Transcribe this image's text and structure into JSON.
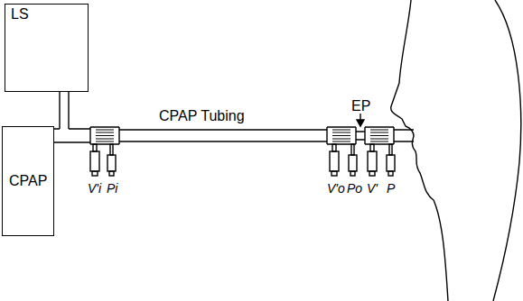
{
  "diagram": {
    "nodes": [
      {
        "text": [
          "LS"
        ]
      },
      {
        "text": [
          "CPAP"
        ]
      }
    ],
    "labels": [
      "CPAP Tubing",
      "EP",
      "V'i",
      "Pi",
      "V'o",
      "Po",
      "V'",
      "P"
    ]
  }
}
